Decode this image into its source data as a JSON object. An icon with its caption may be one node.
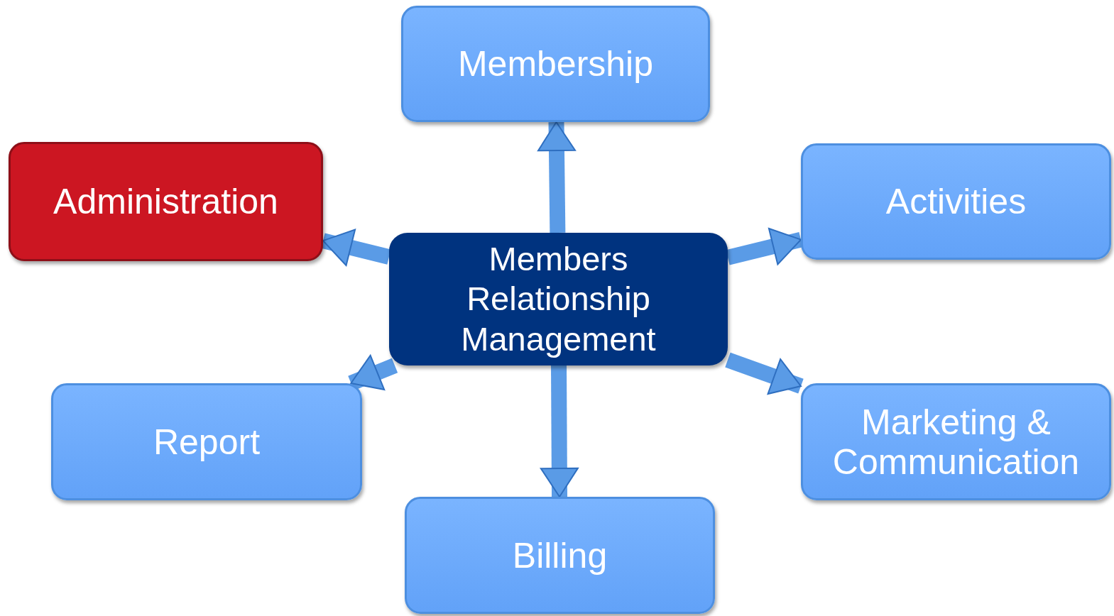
{
  "diagram": {
    "nodes": [
      {
        "text": [
          "Membership"
        ]
      },
      {
        "text": [
          "Administration"
        ]
      },
      {
        "text": [
          "Activities"
        ]
      },
      {
        "text": [
          "Members Relationship Management"
        ]
      },
      {
        "text": [
          "Report"
        ]
      },
      {
        "text": [
          "Marketing & Communication"
        ]
      },
      {
        "text": [
          "Billing"
        ]
      }
    ],
    "edges": [
      {
        "from": 3,
        "to": 0,
        "arrow": "to"
      },
      {
        "from": 3,
        "to": 1,
        "arrow": "to"
      },
      {
        "from": 3,
        "to": 2,
        "arrow": "to"
      },
      {
        "from": 3,
        "to": 4,
        "arrow": "to"
      },
      {
        "from": 3,
        "to": 5,
        "arrow": "to"
      },
      {
        "from": 3,
        "to": 6,
        "arrow": "to"
      }
    ]
  }
}
